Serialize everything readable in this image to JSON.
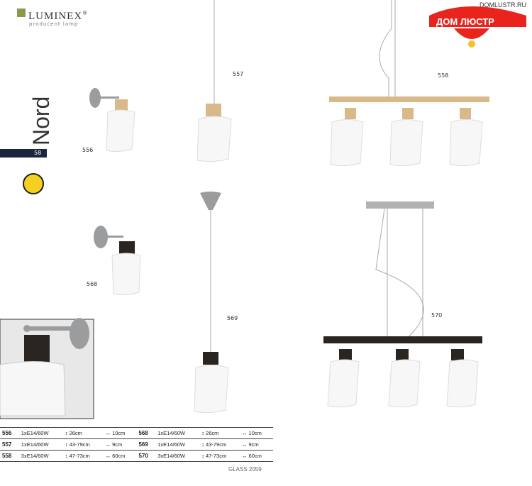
{
  "brand": {
    "name": "LUMINEX",
    "reg": "®",
    "tagline": "producent lamp",
    "site_logo": "ДОМ ЛЮСТР",
    "site_url": "DOMLUSTR.RU"
  },
  "series": {
    "title": "Nord",
    "page": "58"
  },
  "products": {
    "p556": {
      "code": "556"
    },
    "p557": {
      "code": "557"
    },
    "p558": {
      "code": "558"
    },
    "p568": {
      "code": "568"
    },
    "p569": {
      "code": "569"
    },
    "p570": {
      "code": "570"
    }
  },
  "specs": [
    {
      "code": "556",
      "bulb": "1xE14/60W",
      "height": "26cm",
      "width": "10cm"
    },
    {
      "code": "568",
      "bulb": "1xE14/60W",
      "height": "26cm",
      "width": "10cm"
    },
    {
      "code": "557",
      "bulb": "1xE14/60W",
      "height": "43-79cm",
      "width": "9cm"
    },
    {
      "code": "569",
      "bulb": "1xE14/60W",
      "height": "43-79cm",
      "width": "9cm"
    },
    {
      "code": "558",
      "bulb": "3xE14/60W",
      "height": "47-73cm",
      "width": "60cm"
    },
    {
      "code": "570",
      "bulb": "3xE14/60W",
      "height": "47-73cm",
      "width": "60cm"
    }
  ],
  "symbols": {
    "height": "↕",
    "width": "↔"
  },
  "footer": {
    "glass": "GLASS 2059"
  },
  "colors": {
    "wood": "#d9b98a",
    "dark": "#2b2522",
    "metal": "#9a9c9e",
    "glass": "#f7f7f7",
    "navy": "#1c2540",
    "brand_red": "#e8241c"
  }
}
